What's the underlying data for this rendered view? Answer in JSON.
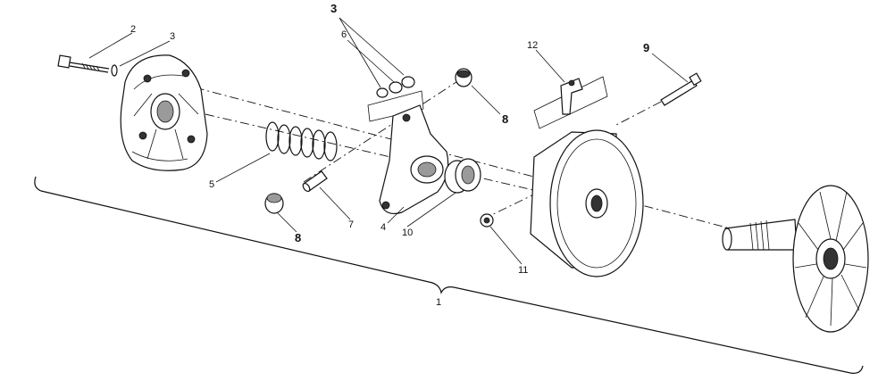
{
  "diagram": {
    "callouts": {
      "c1": "1",
      "c2": "2",
      "c3a": "3",
      "c3b": "3",
      "c4": "4",
      "c5": "5",
      "c6": "6",
      "c7": "7",
      "c8a": "8",
      "c8b": "8",
      "c9": "9",
      "c10": "10",
      "c11": "11",
      "c12": "12"
    }
  }
}
